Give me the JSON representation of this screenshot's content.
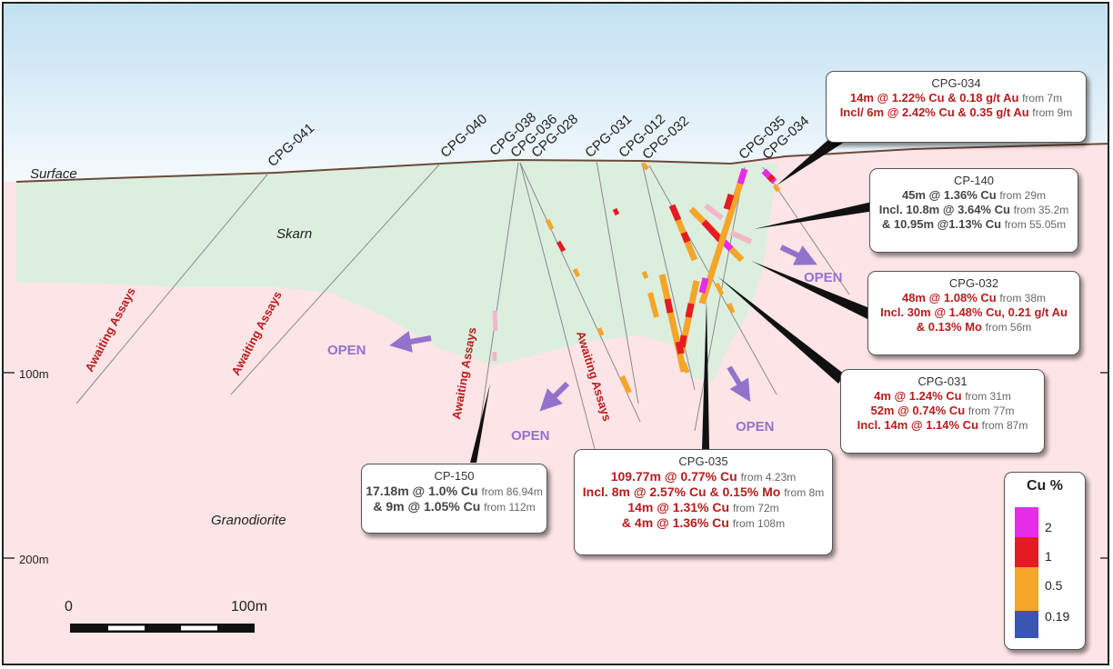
{
  "labels": {
    "surface": "Surface",
    "skarn": "Skarn",
    "granodiorite": "Granodiorite",
    "depth_100": "100m",
    "depth_200": "200m",
    "scale_zero": "0",
    "scale_100": "100m",
    "open": "OPEN",
    "awaiting": "Awaiting Assays"
  },
  "holes": [
    "CPG-041",
    "CPG-040",
    "CPG-038",
    "CPG-036",
    "CPG-028",
    "CPG-031",
    "CPG-012",
    "CPG-032",
    "CPG-035",
    "CPG-034"
  ],
  "callouts": {
    "cpg034": {
      "title": "CPG-034",
      "l1": "14m @ 1.22% Cu & 0.18 g/t Au",
      "l1_from": "from 7m",
      "l2": "Incl/ 6m @ 2.42% Cu & 0.35 g/t Au",
      "l2_from": "from 9m"
    },
    "cp140": {
      "title": "CP-140",
      "l1": "45m @ 1.36% Cu",
      "l1_from": "from 29m",
      "l2": "Incl. 10.8m @ 3.64% Cu",
      "l2_from": "from 35.2m",
      "l3": "& 10.95m @1.13% Cu",
      "l3_from": "from 55.05m"
    },
    "cpg032": {
      "title": "CPG-032",
      "l1": "48m @ 1.08% Cu",
      "l1_from": "from 38m",
      "l2": "Incl. 30m @ 1.48% Cu, 0.21 g/t Au",
      "l3": "& 0.13% Mo",
      "l3_from": "from 56m"
    },
    "cpg031": {
      "title": "CPG-031",
      "l1": "4m @ 1.24% Cu",
      "l1_from": "from 31m",
      "l2": "52m @ 0.74% Cu",
      "l2_from": "from 77m",
      "l3": "Incl. 14m @ 1.14% Cu",
      "l3_from": "from 87m"
    },
    "cpg035": {
      "title": "CPG-035",
      "l1": "109.77m @ 0.77% Cu",
      "l1_from": "from 4.23m",
      "l2": "Incl. 8m @ 2.57% Cu & 0.15% Mo",
      "l2_from": "from 8m",
      "l3": "14m @ 1.31% Cu",
      "l3_from": "from 72m",
      "l4": "& 4m @ 1.36% Cu",
      "l4_from": "from 108m"
    },
    "cp150": {
      "title": "CP-150",
      "l1": "17.18m @ 1.0% Cu",
      "l1_from": "from 86.94m",
      "l2": "& 9m @ 1.05% Cu",
      "l2_from": "from 112m"
    }
  },
  "legend": {
    "title": "Cu %",
    "items": [
      {
        "label": "2",
        "color": "#e82be8"
      },
      {
        "label": "1",
        "color": "#e51b24"
      },
      {
        "label": "0.5",
        "color": "#f5a52a"
      },
      {
        "label": "0.19",
        "color": "#3b56b0"
      }
    ]
  },
  "colors": {
    "sky_top": "#c4e2f3",
    "sky_bottom": "#f4f9fc",
    "skarn": "#dcefdf",
    "granodiorite": "#fde4e6",
    "label_red": "#b71c1c",
    "arrow": "#9273cc"
  }
}
